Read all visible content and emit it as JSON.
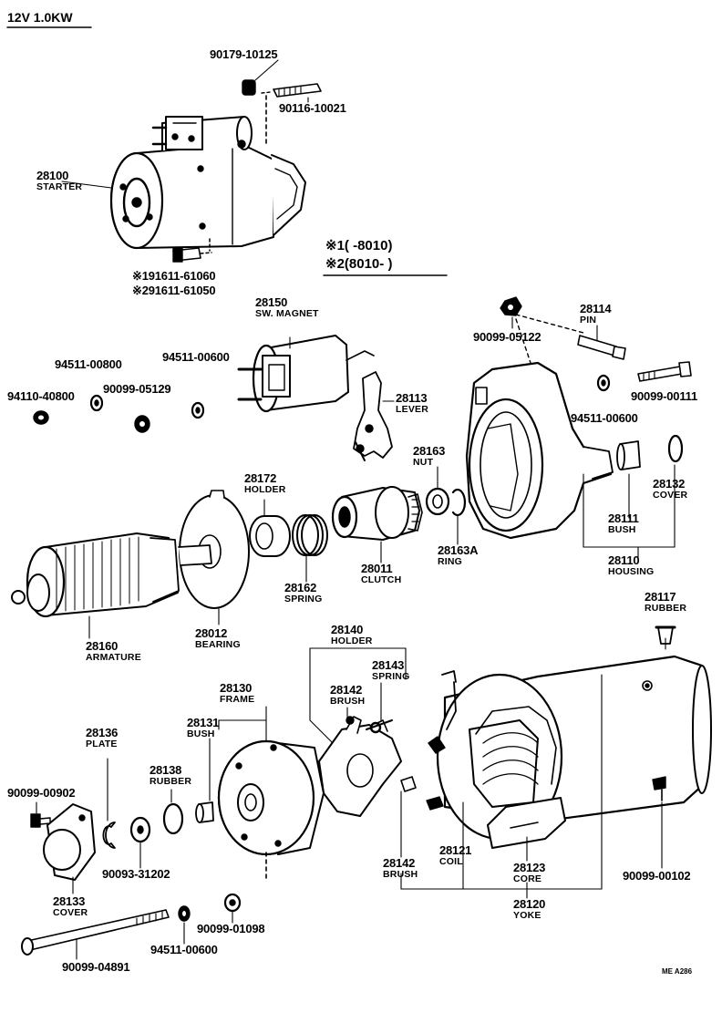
{
  "title": "12V  1.0KW",
  "notes": [
    "※1(        -8010)",
    "※2(8010-        )"
  ],
  "bolt_alt_1": "※191611-61060",
  "bolt_alt_2": "※291611-61050",
  "labels": [
    {
      "id": "p90179",
      "num": "90179-10125",
      "name": ""
    },
    {
      "id": "p90116",
      "num": "90116-10021",
      "name": ""
    },
    {
      "id": "p28100",
      "num": "28100",
      "name": "STARTER"
    },
    {
      "id": "p28150",
      "num": "28150",
      "name": "SW. MAGNET"
    },
    {
      "id": "p94511a",
      "num": "94511-00800",
      "name": ""
    },
    {
      "id": "p94511b",
      "num": "94511-00600",
      "name": ""
    },
    {
      "id": "p94110",
      "num": "94110-40800",
      "name": ""
    },
    {
      "id": "p90099a",
      "num": "90099-05129",
      "name": ""
    },
    {
      "id": "p28113",
      "num": "28113",
      "name": "LEVER"
    },
    {
      "id": "p90099b",
      "num": "90099-05122",
      "name": ""
    },
    {
      "id": "p28114",
      "num": "28114",
      "name": "PIN"
    },
    {
      "id": "p90099c",
      "num": "90099-00111",
      "name": ""
    },
    {
      "id": "p94511c",
      "num": "94511-00600",
      "name": ""
    },
    {
      "id": "p28163",
      "num": "28163",
      "name": "NUT"
    },
    {
      "id": "p28172",
      "num": "28172",
      "name": "HOLDER"
    },
    {
      "id": "p28132",
      "num": "28132",
      "name": "COVER"
    },
    {
      "id": "p28111",
      "num": "28111",
      "name": "BUSH"
    },
    {
      "id": "p28110",
      "num": "28110",
      "name": "HOUSING"
    },
    {
      "id": "p28163A",
      "num": "28163A",
      "name": "RING"
    },
    {
      "id": "p28011",
      "num": "28011",
      "name": "CLUTCH"
    },
    {
      "id": "p28162",
      "num": "28162",
      "name": "SPRING"
    },
    {
      "id": "p28160",
      "num": "28160",
      "name": "ARMATURE"
    },
    {
      "id": "p28012",
      "num": "28012",
      "name": "BEARING"
    },
    {
      "id": "p28117",
      "num": "28117",
      "name": "RUBBER"
    },
    {
      "id": "p28140",
      "num": "28140",
      "name": "HOLDER"
    },
    {
      "id": "p28143",
      "num": "28143",
      "name": "SPRING"
    },
    {
      "id": "p28142a",
      "num": "28142",
      "name": "BRUSH"
    },
    {
      "id": "p28130",
      "num": "28130",
      "name": "FRAME"
    },
    {
      "id": "p28131",
      "num": "28131",
      "name": "BUSH"
    },
    {
      "id": "p28136",
      "num": "28136",
      "name": "PLATE"
    },
    {
      "id": "p28138",
      "num": "28138",
      "name": "RUBBER"
    },
    {
      "id": "p90099d",
      "num": "90099-00902",
      "name": ""
    },
    {
      "id": "p90093",
      "num": "90093-31202",
      "name": ""
    },
    {
      "id": "p28133",
      "num": "28133",
      "name": "COVER"
    },
    {
      "id": "p90099e",
      "num": "90099-01098",
      "name": ""
    },
    {
      "id": "p94511d",
      "num": "94511-00600",
      "name": ""
    },
    {
      "id": "p90099f",
      "num": "90099-04891",
      "name": ""
    },
    {
      "id": "p28142b",
      "num": "28142",
      "name": "BRUSH"
    },
    {
      "id": "p28121",
      "num": "28121",
      "name": "COIL"
    },
    {
      "id": "p28123",
      "num": "28123",
      "name": "CORE"
    },
    {
      "id": "p90099g",
      "num": "90099-00102",
      "name": ""
    },
    {
      "id": "p28120",
      "num": "28120",
      "name": "YOKE"
    }
  ],
  "drawing_code": "ME  A286"
}
